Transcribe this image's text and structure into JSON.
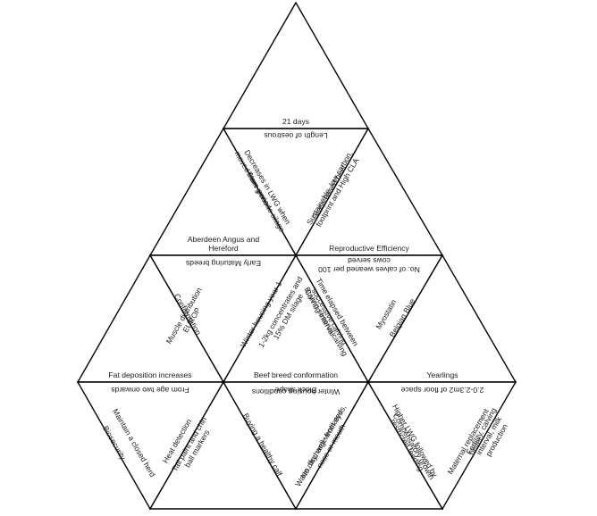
{
  "triangles": [
    {
      "edges": [
        "21 days",
        "",
        ""
      ]
    },
    {
      "edges": [
        "Length of oestrous",
        "Grass based beef",
        "Decreases in LWG when moved from grass to silage"
      ]
    },
    {
      "edges": [
        "Aberdeen Angus and Hereford",
        "Store period",
        ""
      ]
    },
    {
      "edges": [
        "Early Maturing breeds",
        "Winter housing year 1",
        "Conformation"
      ]
    },
    {
      "edges": [
        "Reproductive Efficiency",
        "Sustainable, low carbon, footprint and High CLA",
        "Time elapsed between successive calving"
      ]
    },
    {
      "edges": [
        "No. of calves weaned per 100 cows served",
        "Myostatin",
        "Calving interval"
      ]
    },
    {
      "edges": [
        "Fat deposition increases",
        "Muscle distribution EUROP",
        ""
      ]
    },
    {
      "edges": [
        "Beef breed conformation",
        "1-2kg concentrates and 15% DM silage",
        "Buying sesonal calving"
      ]
    },
    {
      "edges": [
        "Yearlings",
        "Belgian Blue",
        ""
      ]
    },
    {
      "edges": [
        "From age two onwards",
        "Biosecurity",
        "Maintain a closed herd"
      ]
    },
    {
      "edges": [
        "Block shape",
        "Heat detection",
        "Tail paint and chin ball markers"
      ]
    },
    {
      "edges": [
        "Winter housing conditions",
        "No discharge from eyes, nose or mouth",
        "Buying a healthy calf"
      ]
    },
    {
      "edges": [
        "2.0-2.3m2 of floor space",
        "Warm, dry, well ventilated",
        "Higher LWG followed by restricted feeding"
      ]
    },
    {
      "edges": [
        "Compensatory growth",
        "Maternal replacement heifer",
        "Fertility, calving interval, milk production"
      ]
    }
  ]
}
